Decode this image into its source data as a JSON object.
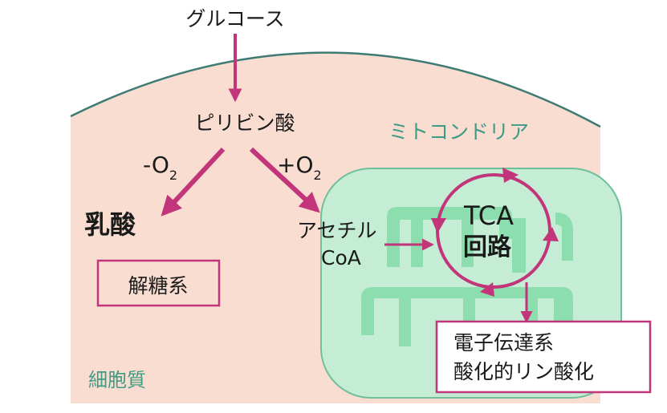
{
  "labels": {
    "glucose": "グルコース",
    "pyruvate": "ピリビン酸",
    "minus_o2": "-O",
    "plus_o2": "+O",
    "o2_sub": "2",
    "lactate": "乳酸",
    "glycolysis": "解糖系",
    "cytoplasm": "細胞質",
    "mitochondria": "ミトコンドリア",
    "acetyl_line1": "アセチル",
    "acetyl_line2": "CoA",
    "tca_line1": "TCA",
    "tca_line2": "回路",
    "etc_line1": "電子伝達系",
    "etc_line2": "酸化的リン酸化"
  },
  "colors": {
    "cell_fill": "#f8ddd0",
    "cell_edge": "#3e7a74",
    "mito_outer": "#c5ecd4",
    "mito_edge": "#6fbf9c",
    "mito_inner": "#8cdeae",
    "arrow": "#c2357a",
    "text": "#1a1a1a",
    "mito_text": "#3f9a86"
  }
}
